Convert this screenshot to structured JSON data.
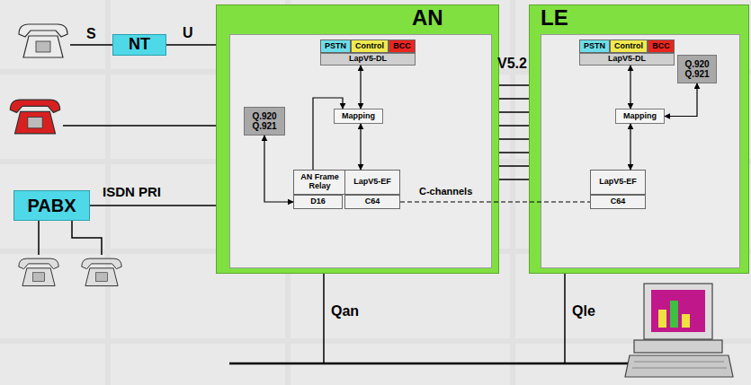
{
  "diagram": {
    "nodes": [
      {
        "text": [
          "NT"
        ]
      },
      {
        "text": [
          "PABX"
        ]
      },
      {
        "text": [
          "AN"
        ]
      },
      {
        "text": [
          "PSTN"
        ],
        "in": 2
      },
      {
        "text": [
          "Control"
        ],
        "in": 2
      },
      {
        "text": [
          "BCC"
        ],
        "in": 2
      },
      {
        "text": [
          "LapV5-DL"
        ],
        "in": 2
      },
      {
        "text": [
          "Q.920 Q.921"
        ],
        "in": 2
      },
      {
        "text": [
          "Mapping"
        ],
        "in": 2
      },
      {
        "text": [
          "AN Frame Relay"
        ],
        "in": 2
      },
      {
        "text": [
          "D16"
        ],
        "in": 2
      },
      {
        "text": [
          "LapV5-EF"
        ],
        "in": 2
      },
      {
        "text": [
          "C64"
        ],
        "in": 2
      },
      {
        "text": [
          "LE"
        ]
      },
      {
        "text": [
          "PSTN"
        ],
        "in": 13
      },
      {
        "text": [
          "Control"
        ],
        "in": 13
      },
      {
        "text": [
          "BCC"
        ],
        "in": 13
      },
      {
        "text": [
          "LapV5-DL"
        ],
        "in": 13
      },
      {
        "text": [
          "Q.920 Q.921"
        ],
        "in": 13
      },
      {
        "text": [
          "Mapping"
        ],
        "in": 13
      },
      {
        "text": [
          "LapV5-EF"
        ],
        "in": 13
      },
      {
        "text": [
          "C64"
        ],
        "in": 13
      }
    ],
    "edges": [
      {
        "from": 0,
        "to": 2,
        "label": "U",
        "arrow": "none"
      },
      {
        "from": 1,
        "to": 2,
        "label": "ISDN PRI",
        "arrow": "none"
      },
      {
        "from": 2,
        "to": 13,
        "label": "V5.2",
        "arrow": "none"
      },
      {
        "from": 2,
        "to": 13,
        "arrow": "none"
      },
      {
        "from": 2,
        "to": 13,
        "arrow": "none"
      },
      {
        "from": 2,
        "to": 13,
        "arrow": "none"
      },
      {
        "from": 2,
        "to": 13,
        "arrow": "none"
      },
      {
        "from": 2,
        "to": 13,
        "arrow": "none"
      },
      {
        "from": 2,
        "to": 13,
        "arrow": "none"
      },
      {
        "from": 2,
        "to": 13,
        "arrow": "none"
      },
      {
        "from": 6,
        "to": 8,
        "arrow": "both"
      },
      {
        "from": 8,
        "to": 11,
        "arrow": "both"
      },
      {
        "from": 9,
        "to": 8,
        "arrow": "to"
      },
      {
        "from": 7,
        "to": 10,
        "arrow": "both"
      },
      {
        "from": 12,
        "to": 21,
        "label": "C-channels",
        "arrow": "none"
      },
      {
        "from": 17,
        "to": 19,
        "arrow": "both"
      },
      {
        "from": 18,
        "to": 19,
        "arrow": "both"
      },
      {
        "from": 19,
        "to": 20,
        "arrow": "both"
      }
    ],
    "labels": [
      "S",
      "Qan",
      "Qle"
    ]
  }
}
